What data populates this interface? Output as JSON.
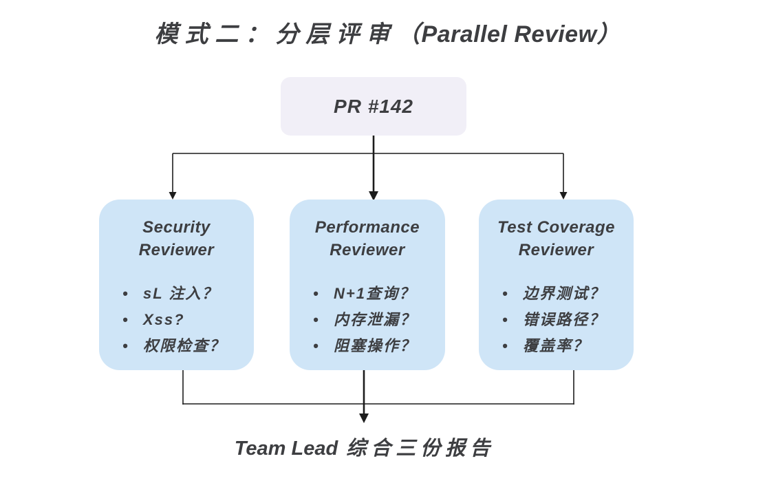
{
  "title": {
    "zh": "模式二：分层评审",
    "paren_open": "（",
    "en": "Parallel Review",
    "paren_close": "）"
  },
  "pr_node": {
    "label": "PR #142"
  },
  "reviewers": [
    {
      "title_line1": "Security",
      "title_line2": "Reviewer",
      "items": [
        "sL 注入？",
        "Xss?",
        "权限检查？"
      ]
    },
    {
      "title_line1": "Performance",
      "title_line2": "Reviewer",
      "items": [
        "N+1查询？",
        "内存泄漏？",
        "阻塞操作？"
      ]
    },
    {
      "title_line1": "Test Coverage",
      "title_line2": "Reviewer",
      "items": [
        "边界测试？",
        "错误路径？",
        "覆盖率？"
      ]
    }
  ],
  "footer": {
    "en": "Team Lead",
    "zh": "综合三份报告"
  },
  "colors": {
    "box-blue": "#cfe5f7",
    "node-lavender": "#f1eff7",
    "text": "#3d3e41",
    "line": "#1c1c1c",
    "bg": "#ffffff"
  }
}
